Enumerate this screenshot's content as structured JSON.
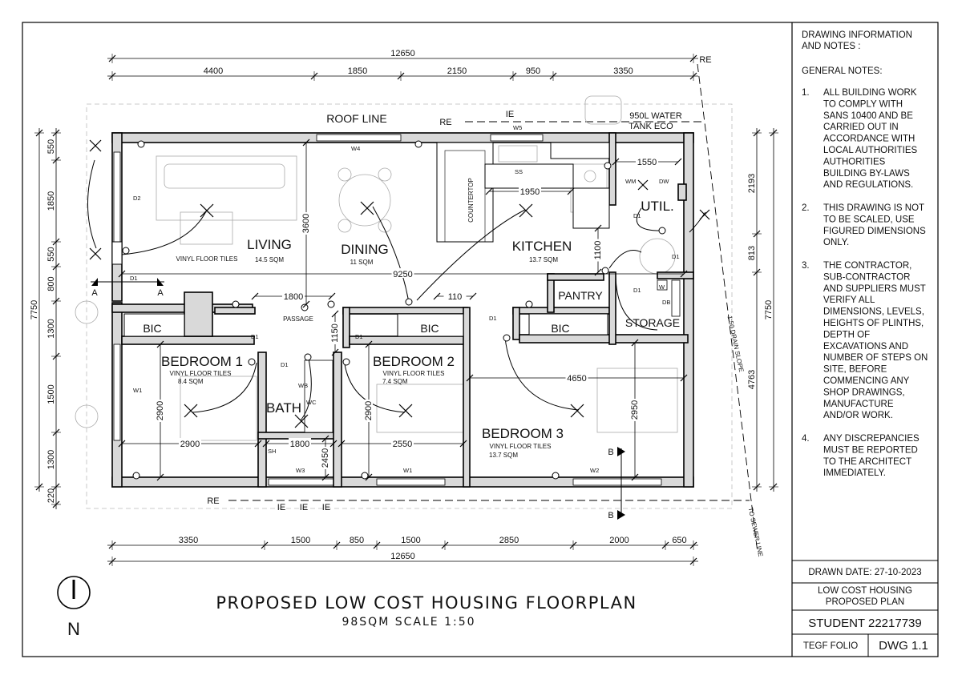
{
  "title": {
    "main": "PROPOSED LOW COST HOUSING FLOORPLAN",
    "sub": "98SQM SCALE 1:50"
  },
  "north": {
    "label": "N"
  },
  "rooms": {
    "living": {
      "name": "LIVING",
      "finish": "VINYL FLOOR TILES",
      "area": "14.5 SQM"
    },
    "dining": {
      "name": "DINING",
      "area": "11 SQM"
    },
    "kitchen": {
      "name": "KITCHEN",
      "area": "13.7 SQM"
    },
    "util": {
      "name": "UTIL."
    },
    "pantry": {
      "name": "PANTRY"
    },
    "storage": {
      "name": "STORAGE"
    },
    "bedroom1": {
      "name": "BEDROOM 1",
      "finish": "VINYL FLOOR TILES",
      "area": "8.4 SQM"
    },
    "bedroom2": {
      "name": "BEDROOM 2",
      "finish": "VINYL FLOOR TILES",
      "area": "7.4 SQM"
    },
    "bedroom3": {
      "name": "BEDROOM 3",
      "finish": "VINYL FLOOR TILES",
      "area": "13.7 SQM"
    },
    "bath": {
      "name": "BATH"
    },
    "bic": "BIC",
    "passage": "PASSAGE",
    "countertop": "COUNTERTOP"
  },
  "plan_labels": {
    "roof_line": "ROOF LINE",
    "re": "RE",
    "ie": "IE",
    "water_tank": "950L WATER",
    "water_tank2": "TANK ECO",
    "drain": "1:50 DRAIN SLOPE",
    "sewer": "TO SEWER LINE",
    "section_a": "A",
    "section_b": "B",
    "d1": "D1",
    "d2": "D2",
    "w1": "W1",
    "w2": "W2",
    "w3": "W3",
    "w4": "W4",
    "w5": "W5",
    "ss": "SS",
    "wm": "WM",
    "dw": "DW",
    "w": "W",
    "db": "DB",
    "wb": "WB",
    "wc": "WC",
    "sh": "SH"
  },
  "dimensions": {
    "top_total": "12650",
    "top": [
      "4400",
      "1850",
      "2150",
      "950",
      "3350"
    ],
    "bottom": [
      "3350",
      "1500",
      "850",
      "1500",
      "2850",
      "2000",
      "650"
    ],
    "bottom_total": "12650",
    "left": [
      "550",
      "1850",
      "550",
      "800",
      "1300",
      "1500",
      "1300",
      "220"
    ],
    "left_total": "7750",
    "right": [
      "2193",
      "813",
      "4763"
    ],
    "right_total": "7750",
    "interior": {
      "d3600": "3600",
      "d9250": "9250",
      "d1800a": "1800",
      "d1150": "1150",
      "d110": "110",
      "d1950": "1950",
      "d1550": "1550",
      "d1100": "1100",
      "d4650": "4650",
      "d2950": "2950",
      "d2900a": "2900",
      "d2900b": "2900",
      "d1800b": "1800",
      "d2450": "2450",
      "d2900c": "2900",
      "d2550": "2550"
    }
  },
  "notes": {
    "heading": [
      "DRAWING INFORMATION",
      "AND NOTES :"
    ],
    "general": "GENERAL NOTES:",
    "items": [
      {
        "num": "1.",
        "lines": [
          "ALL BUILDING WORK",
          "TO COMPLY WITH",
          "SANS 10400 AND BE",
          "CARRIED OUT IN",
          "ACCORDANCE WITH",
          "LOCAL AUTHORITIES",
          "AUTHORITIES",
          "BUILDING BY-LAWS",
          "AND REGULATIONS."
        ]
      },
      {
        "num": "2.",
        "lines": [
          "THIS DRAWING IS NOT",
          "TO BE SCALED, USE",
          "FIGURED DIMENSIONS",
          "ONLY."
        ]
      },
      {
        "num": "3.",
        "lines": [
          "THE CONTRACTOR,",
          "SUB-CONTRACTOR",
          "AND SUPPLIERS MUST",
          "VERIFY ALL",
          "DIMENSIONS, LEVELS,",
          "HEIGHTS OF PLINTHS,",
          "DEPTH OF",
          "EXCAVATIONS AND",
          "NUMBER OF STEPS ON",
          "SITE, BEFORE",
          "COMMENCING ANY",
          "SHOP DRAWINGS,",
          "MANUFACTURE",
          "AND/OR WORK."
        ]
      },
      {
        "num": "4.",
        "lines": [
          "ANY DISCREPANCIES",
          "MUST BE REPORTED",
          "TO THE ARCHITECT",
          "IMMEDIATELY."
        ]
      }
    ]
  },
  "title_block": {
    "drawn_date": "DRAWN DATE: 27-10-2023",
    "project": [
      "LOW COST HOUSING",
      "PROPOSED PLAN"
    ],
    "student": "STUDENT 22217739",
    "folio": "TEGF FOLIO",
    "dwg": "DWG 1.1"
  }
}
